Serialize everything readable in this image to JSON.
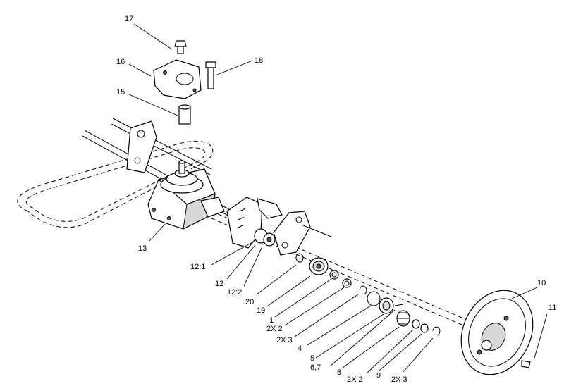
{
  "callouts": [
    {
      "id": "c17",
      "text": "17"
    },
    {
      "id": "c16",
      "text": "16"
    },
    {
      "id": "c18",
      "text": "18"
    },
    {
      "id": "c15",
      "text": "15"
    },
    {
      "id": "c13",
      "text": "13"
    },
    {
      "id": "c12_1",
      "text": "12:1"
    },
    {
      "id": "c12",
      "text": "12"
    },
    {
      "id": "c12_2",
      "text": "12:2"
    },
    {
      "id": "c20",
      "text": "20"
    },
    {
      "id": "c19",
      "text": "19"
    },
    {
      "id": "c1",
      "text": "1"
    },
    {
      "id": "c2x2a",
      "text": "2X 2"
    },
    {
      "id": "c2x3a",
      "text": "2X 3"
    },
    {
      "id": "c4",
      "text": "4"
    },
    {
      "id": "c5",
      "text": "5"
    },
    {
      "id": "c6_7",
      "text": "6,7"
    },
    {
      "id": "c8",
      "text": "8"
    },
    {
      "id": "c2x2b",
      "text": "2X 2"
    },
    {
      "id": "c9",
      "text": "9"
    },
    {
      "id": "c2x3b",
      "text": "2X 3"
    },
    {
      "id": "c10",
      "text": "10"
    },
    {
      "id": "c11",
      "text": "11"
    }
  ]
}
